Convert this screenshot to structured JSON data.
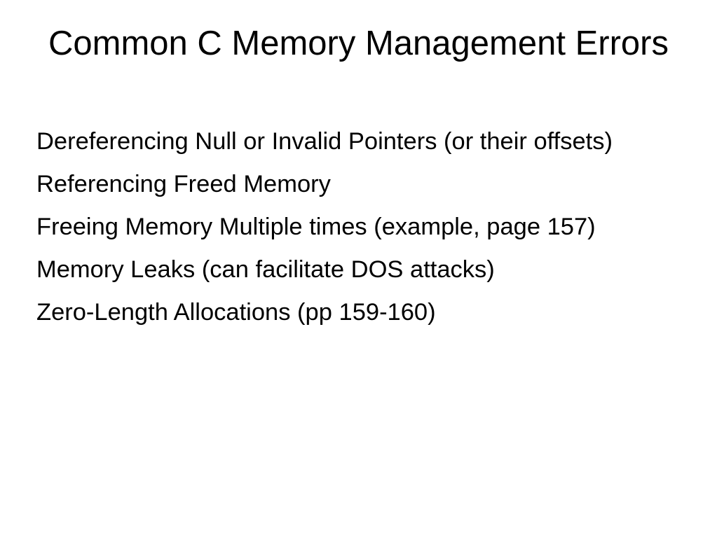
{
  "slide": {
    "title": "Common C Memory Management Errors",
    "bullets": [
      "Dereferencing Null or Invalid Pointers (or their offsets)",
      "Referencing Freed Memory",
      "Freeing Memory Multiple times (example, page 157)",
      "Memory Leaks (can facilitate DOS attacks)",
      "Zero-Length Allocations (pp 159-160)"
    ]
  }
}
